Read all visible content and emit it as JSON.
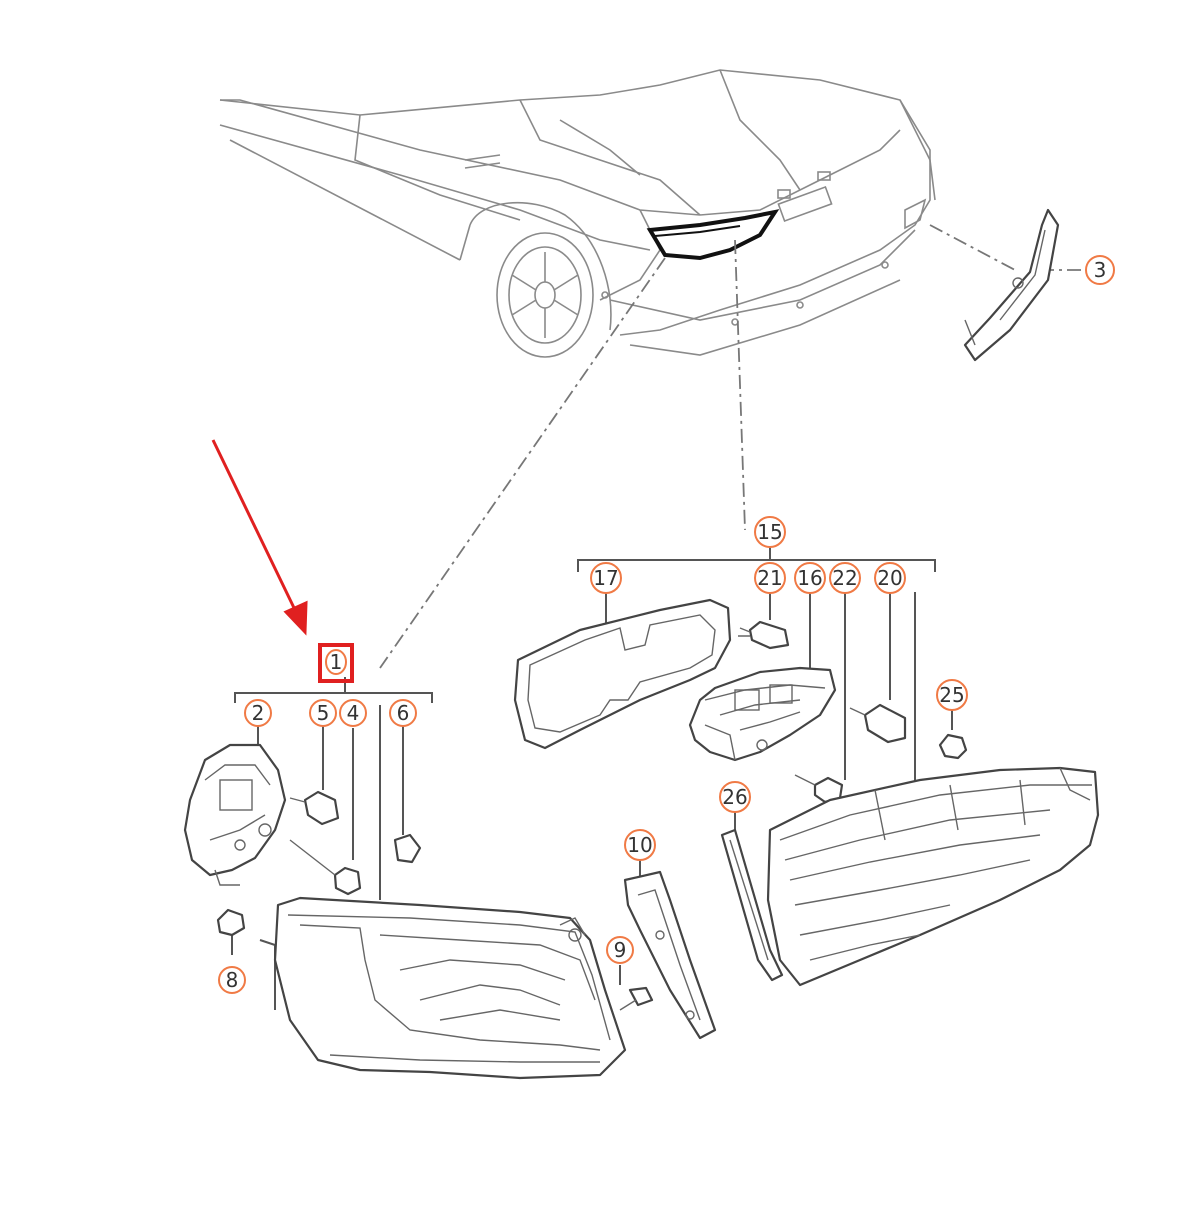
{
  "diagram": {
    "callouts": [
      {
        "id": "c-3",
        "label": "3"
      },
      {
        "id": "c-15",
        "label": "15"
      },
      {
        "id": "c-17",
        "label": "17"
      },
      {
        "id": "c-21",
        "label": "21"
      },
      {
        "id": "c-16",
        "label": "16"
      },
      {
        "id": "c-22",
        "label": "22"
      },
      {
        "id": "c-20",
        "label": "20"
      },
      {
        "id": "c-25",
        "label": "25"
      },
      {
        "id": "c-26",
        "label": "26"
      },
      {
        "id": "c-10",
        "label": "10"
      },
      {
        "id": "c-9",
        "label": "9"
      },
      {
        "id": "c-8",
        "label": "8"
      },
      {
        "id": "c-2",
        "label": "2"
      },
      {
        "id": "c-5",
        "label": "5"
      },
      {
        "id": "c-4",
        "label": "4"
      },
      {
        "id": "c-6",
        "label": "6"
      }
    ],
    "highlight": {
      "label": "1",
      "color": "#e02020"
    },
    "arrow_color": "#e02020",
    "callout_ring_color": "#f07a45"
  }
}
